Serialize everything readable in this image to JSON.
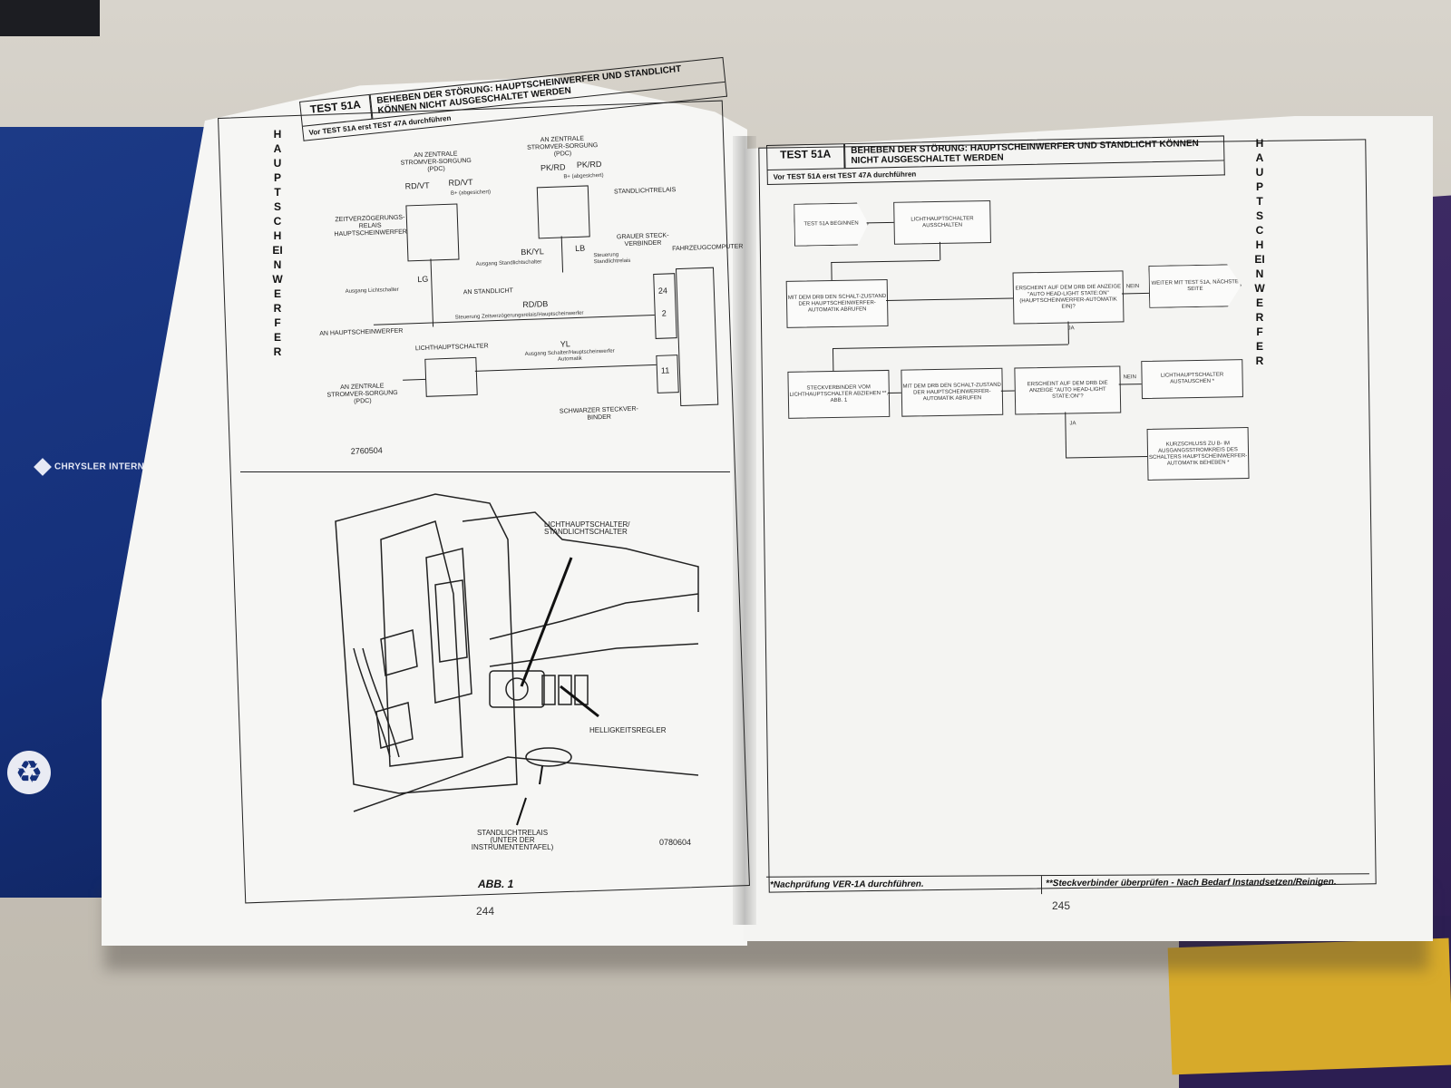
{
  "surroundings": {
    "blue_book_brand": "CHRYSLER INTERNATIONAL",
    "colors": {
      "table": "#c9c4ba",
      "blue_cover": "#15307a",
      "purple_cover": "#2d1d52",
      "yellow": "#d7aa2a"
    }
  },
  "left_page": {
    "test_id": "TEST 51A",
    "title": "BEHEBEN DER STÖRUNG: HAUPTSCHEINWERFER UND STANDLICHT KÖNNEN NICHT AUSGESCHALTET WERDEN",
    "pretest": "Vor TEST 51A erst TEST 47A durchführen",
    "side_tab": "HAUPTSCHEINWERFER",
    "diagram": {
      "feed_left": "AN ZENTRALE STROMVER-SORGUNG (PDC)",
      "feed_right": "AN ZENTRALE STROMVER-SORGUNG (PDC)",
      "wire_rd_vt_1": "RD/VT",
      "wire_rd_vt_2": "RD/VT",
      "b_plus_1": "B+ (abgesichert)",
      "wire_pk_rd_1": "PK/RD",
      "wire_pk_rd_2": "PK/RD",
      "b_plus_2": "B+ (abgesichert)",
      "delay_relay": "ZEITVERZÖGERUNGS-RELAIS HAUPTSCHEINWERFER",
      "standlichtrelais": "STANDLICHTRELAIS",
      "wire_lg": "LG",
      "lg_label": "Ausgang Lichtschalter",
      "wire_bk_yl": "BK/YL",
      "bk_yl_label": "Ausgang Standlichtschalter",
      "wire_lb": "LB",
      "lb_label": "Steuerung Standlichtrelais",
      "grey_connector": "GRAUER STECK-VERBINDER",
      "computer": "FAHRZEUGCOMPUTER",
      "an_standlicht": "AN STANDLICHT",
      "wire_rd_db": "RD/DB",
      "rd_db_label": "Steuerung Zeitverzögerungsrelais/Hauptscheinwerfer",
      "an_hauptscheinwerfer": "AN HAUPTSCHEINWERFER",
      "pin_24": "24",
      "pin_2": "2",
      "pin_11": "11",
      "lichthauptschalter": "LICHTHAUPTSCHALTER",
      "wire_yl": "YL",
      "yl_label": "Ausgang Schalter/Hauptscheinwerfer Automatik",
      "feed_bottom": "AN ZENTRALE STROMVER-SORGUNG (PDC)",
      "black_connector": "SCHWARZER STECKVER-BINDER",
      "fig_number_top": "2760504"
    },
    "illustration": {
      "switch_label": "LICHTHAUPTSCHALTER/ STANDLICHTSCHALTER",
      "dimmer_label": "HELLIGKEITSREGLER",
      "relay_label": "STANDLICHTRELAIS (UNTER DER INSTRUMENTENTAFEL)",
      "fig_number_bottom": "0780604",
      "caption": "ABB. 1"
    },
    "page_number": "244"
  },
  "right_page": {
    "test_id": "TEST 51A",
    "title": "BEHEBEN DER STÖRUNG: HAUPTSCHEINWERFER UND STANDLICHT KÖNNEN NICHT AUSGESCHALTET WERDEN",
    "pretest": "Vor TEST 51A erst TEST 47A durchführen",
    "side_tab": "HAUPTSCHEINWERFER",
    "flow": {
      "start": "TEST 51A BEGINNEN",
      "step1": "LICHTHAUPTSCHALTER AUSSCHALTEN",
      "step2": "MIT DEM DRB DEN SCHALT-ZUSTAND DER HAUPTSCHEINWERFER-AUTOMATIK ABRUFEN",
      "q1": "ERSCHEINT AUF DEM DRB DIE ANZEIGE \"AUTO HEAD-LIGHT STATE:ON\" (HAUPTSCHEINWERFER-AUTOMATIK EIN)?",
      "nein": "NEIN",
      "weiter": "WEITER MIT TEST 51A, NÄCHSTE SEITE",
      "ja": "JA",
      "step3": "STECKVERBINDER VOM LICHTHAUPTSCHALTER ABZIEHEN **, ABB. 1",
      "step4": "MIT DEM DRB DEN SCHALT-ZUSTAND DER HAUPTSCHEINWERFER-AUTOMATIK ABRUFEN",
      "q2": "ERSCHEINT AUF DEM DRB DIE ANZEIGE \"AUTO HEAD-LIGHT STATE:ON\"?",
      "nein2": "NEIN",
      "replace_switch": "LICHTHAUPTSCHALTER AUSTAUSCHEN *",
      "ja2": "JA",
      "short_fix": "KURZSCHLUSS ZU B- IM AUSGANGSSTROMKREIS DES SCHALTERS HAUPTSCHEINWERFER-AUTOMATIK BEHEBEN *"
    },
    "footer_left": "*Nachprüfung VER-1A durchführen.",
    "footer_right": "**Steckverbinder überprüfen - Nach Bedarf Instandsetzen/Reinigen.",
    "page_number": "245"
  }
}
